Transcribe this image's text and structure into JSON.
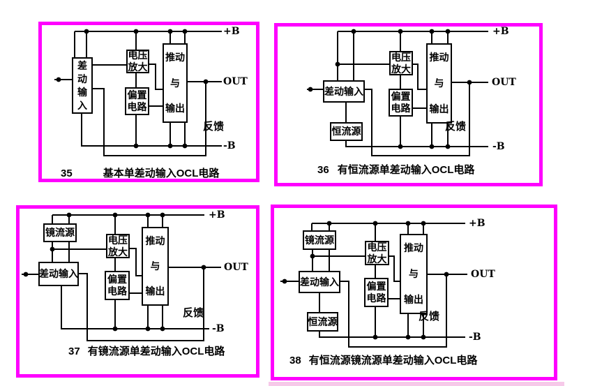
{
  "colors": {
    "panel_border": "#ff00ff",
    "wire": "#000000",
    "background": "#ffffff"
  },
  "panels": [
    {
      "figure_number": "35",
      "caption": "基本单差动输入OCL电路",
      "terminals": {
        "positive": "+B",
        "output": "OUT",
        "feedback": "反馈",
        "negative": "-B"
      },
      "blocks": {
        "diff_input": {
          "lines": [
            "差",
            "动",
            "输",
            "入"
          ]
        },
        "voltage_amp": {
          "lines": [
            "电压",
            "放大"
          ]
        },
        "bias": {
          "lines": [
            "偏置",
            "电路"
          ]
        },
        "driver": {
          "lines": [
            "推动",
            "与",
            "输出"
          ]
        }
      }
    },
    {
      "figure_number": "36",
      "caption": "有恒流源单差动输入OCL电路",
      "terminals": {
        "positive": "+B",
        "output": "OUT",
        "feedback": "反馈",
        "negative": "-B"
      },
      "blocks": {
        "diff_input": {
          "lines": [
            "差动输入"
          ]
        },
        "const_src": {
          "lines": [
            "恒流源"
          ]
        },
        "voltage_amp": {
          "lines": [
            "电压",
            "放大"
          ]
        },
        "bias": {
          "lines": [
            "偏置",
            "电路"
          ]
        },
        "driver": {
          "lines": [
            "推动",
            "与",
            "输出"
          ]
        }
      }
    },
    {
      "figure_number": "37",
      "caption": "有镜流源单差动输入OCL电路",
      "terminals": {
        "positive": "+B",
        "output": "OUT",
        "feedback": "反馈",
        "negative": "-B"
      },
      "blocks": {
        "mirror_src": {
          "lines": [
            "镜流源"
          ]
        },
        "diff_input": {
          "lines": [
            "差动输入"
          ]
        },
        "voltage_amp": {
          "lines": [
            "电压",
            "放大"
          ]
        },
        "bias": {
          "lines": [
            "偏置",
            "电路"
          ]
        },
        "driver": {
          "lines": [
            "推动",
            "与",
            "输出"
          ]
        }
      }
    },
    {
      "figure_number": "38",
      "caption": "有恒流源镜流源单差动输入OCL电路",
      "terminals": {
        "positive": "+B",
        "output": "OUT",
        "feedback": "反馈",
        "negative": "-B"
      },
      "blocks": {
        "mirror_src": {
          "lines": [
            "镜流源"
          ]
        },
        "diff_input": {
          "lines": [
            "差动输入"
          ]
        },
        "const_src": {
          "lines": [
            "恒流源"
          ]
        },
        "voltage_amp": {
          "lines": [
            "电压",
            "放大"
          ]
        },
        "bias": {
          "lines": [
            "偏置",
            "电路"
          ]
        },
        "driver": {
          "lines": [
            "推动",
            "与",
            "输出"
          ]
        }
      }
    }
  ]
}
